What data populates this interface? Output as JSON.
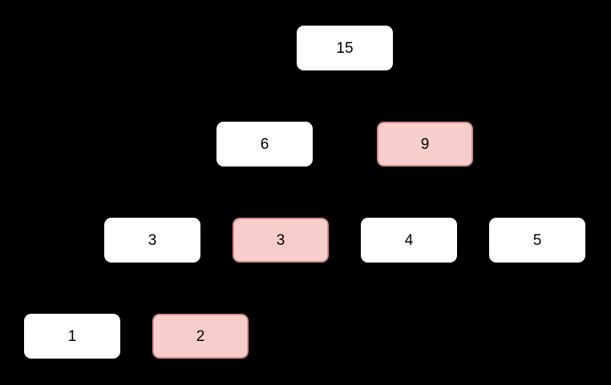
{
  "diagram": {
    "type": "binary-tree",
    "background_color": "#000000",
    "node_style": {
      "default_fill": "#ffffff",
      "highlight_fill": "#f8cecc",
      "highlight_border": "#d98c8c",
      "text_color": "#000000"
    },
    "nodes": [
      {
        "id": "root",
        "label": "15",
        "level": 0,
        "highlighted": false
      },
      {
        "id": "l",
        "label": "6",
        "level": 1,
        "highlighted": false
      },
      {
        "id": "r",
        "label": "9",
        "level": 1,
        "highlighted": true
      },
      {
        "id": "ll",
        "label": "3",
        "level": 2,
        "highlighted": false
      },
      {
        "id": "lr",
        "label": "3",
        "level": 2,
        "highlighted": true
      },
      {
        "id": "rl",
        "label": "4",
        "level": 2,
        "highlighted": false
      },
      {
        "id": "rr",
        "label": "5",
        "level": 2,
        "highlighted": false
      },
      {
        "id": "lll",
        "label": "1",
        "level": 3,
        "highlighted": false
      },
      {
        "id": "llr",
        "label": "2",
        "level": 3,
        "highlighted": true
      }
    ]
  }
}
